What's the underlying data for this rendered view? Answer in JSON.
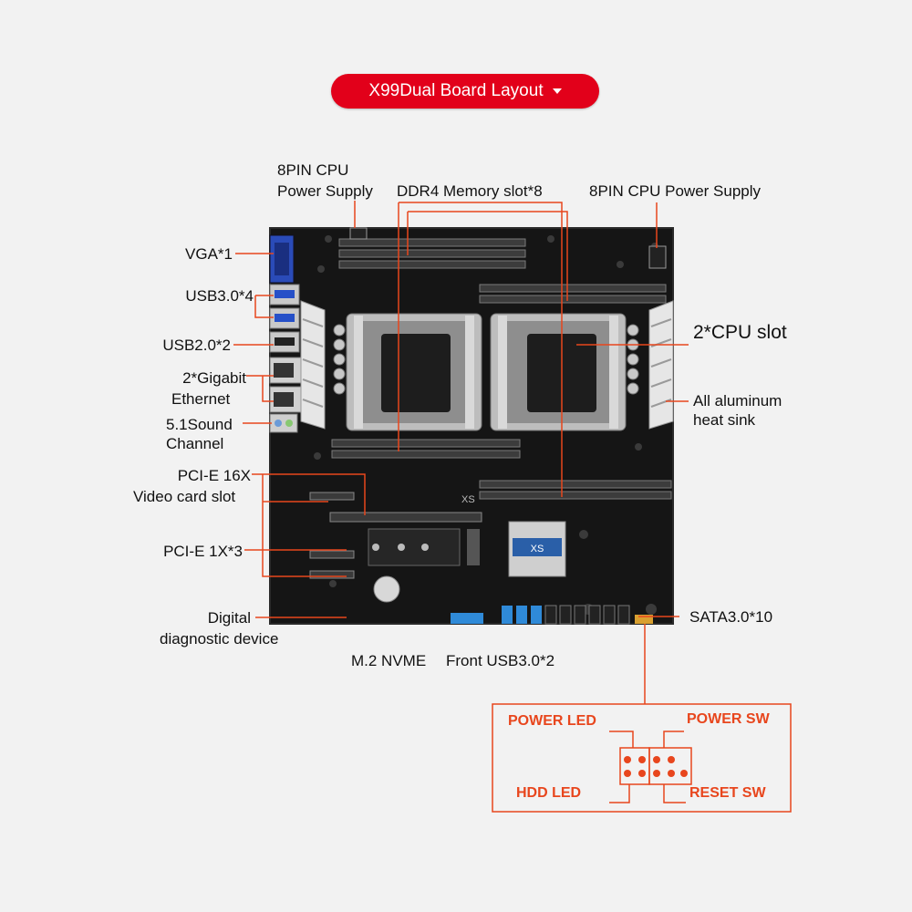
{
  "title": "X99Dual Board Layout",
  "labels": {
    "cpu_power_left_l1": "8PIN CPU",
    "cpu_power_left_l2": "Power Supply",
    "ddr4": "DDR4 Memory slot*8",
    "cpu_power_right": "8PIN CPU Power Supply",
    "vga": "VGA*1",
    "usb30": "USB3.0*4",
    "usb20": "USB2.0*2",
    "ethernet_l1": "2*Gigabit",
    "ethernet_l2": "Ethernet",
    "sound_l1": "5.1Sound",
    "sound_l2": "Channel",
    "pcie16_l1": "PCI-E 16X",
    "pcie16_l2": "Video card slot",
    "pcie1": "PCI-E 1X*3",
    "diag_l1": "Digital",
    "diag_l2": "diagnostic device",
    "m2": "M.2 NVME",
    "front_usb": "Front USB3.0*2",
    "cpu_slot": "2*CPU slot",
    "heatsink_l1": "All aluminum",
    "heatsink_l2": "heat sink",
    "sata": "SATA3.0*10"
  },
  "front_panel": {
    "power_led": "POWER LED",
    "power_sw": "POWER SW",
    "hdd_led": "HDD  LED",
    "reset_sw": "RESET SW"
  },
  "board_markings": {
    "pcb_logo": "XS",
    "chipset_logo": "XS"
  },
  "colors": {
    "accent_red": "#e2001a",
    "leader_line": "#e8461d",
    "board": "#151515"
  }
}
